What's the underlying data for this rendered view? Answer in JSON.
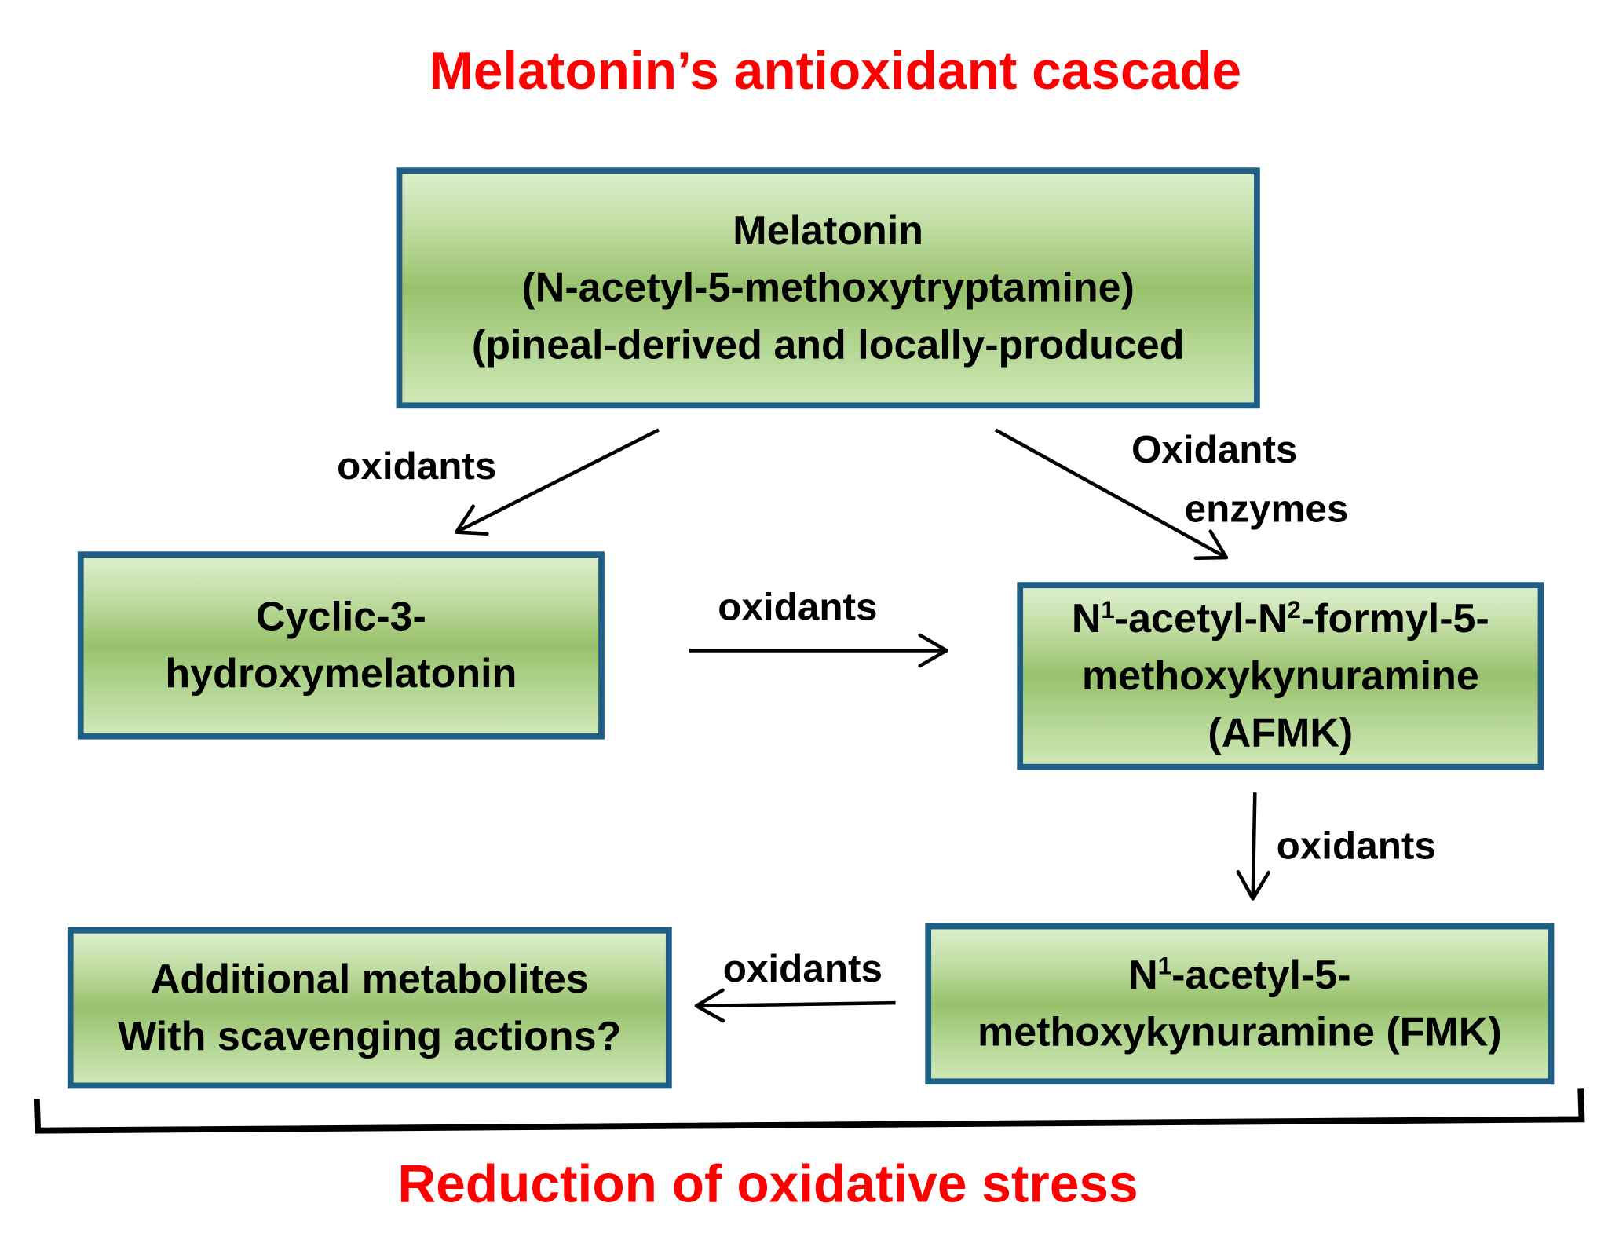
{
  "title": "Melatonin’s antioxidant cascade",
  "footer": "Reduction of oxidative stress",
  "colors": {
    "title": "#ff0000",
    "box_border": "#1f5f86",
    "box_fill_dark": "#98c16c",
    "box_fill_light": "#dceecb"
  },
  "nodes": {
    "melatonin": {
      "lines": [
        "Melatonin",
        "(N-acetyl-5-methoxytryptamine)",
        "(pineal-derived and locally-produced"
      ]
    },
    "c3ohm": {
      "lines": [
        "Cyclic-3-",
        "hydroxymelatonin"
      ]
    },
    "afmk": {
      "line1_a": "N",
      "line1_sup1": "1",
      "line1_b": "-acetyl-N",
      "line1_sup2": "2",
      "line1_c": "-formyl-5-",
      "line2": "methoxykynuramine",
      "line3": "(AFMK)"
    },
    "fmk": {
      "line1_a": "N",
      "line1_sup": "1",
      "line1_b": "-acetyl-5-",
      "line2": "methoxykynuramine (FMK)"
    },
    "additional": {
      "lines": [
        "Additional metabolites",
        "With scavenging actions?"
      ]
    }
  },
  "edges": {
    "melatonin_to_c3ohm": "oxidants",
    "melatonin_to_afmk": [
      "Oxidants",
      "enzymes"
    ],
    "c3ohm_to_afmk": "oxidants",
    "afmk_to_fmk": "oxidants",
    "fmk_to_additional": "oxidants"
  }
}
